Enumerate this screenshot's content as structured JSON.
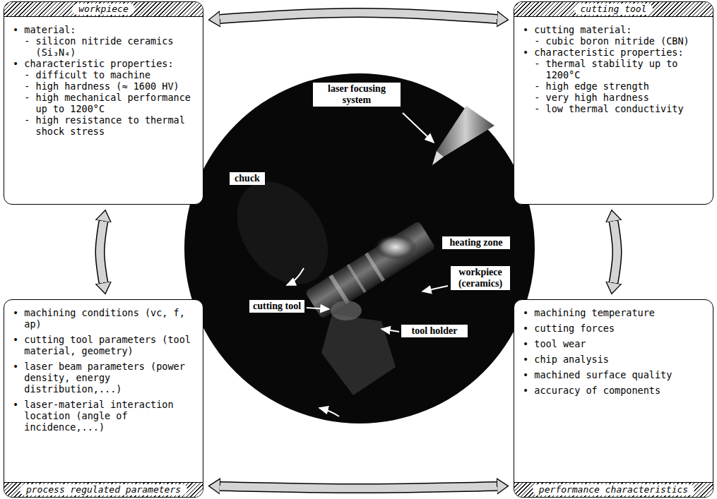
{
  "diagram": {
    "nodes": [
      {
        "text": [
          "workpiece",
          "• material:",
          "- silicon nitride ceramics (Si₃N₄)",
          "• characteristic properties:",
          "- difficult to machine",
          "- high hardness (≈ 1600 HV)",
          "- high mechanical performance up to 1200°C",
          "- high resistance to thermal shock stress"
        ]
      },
      {
        "text": [
          "cutting tool",
          "• cutting material:",
          "- cubic boron nitride (CBN)",
          "• characteristic properties:",
          "- thermal stability up to 1200°C",
          "- high edge strength",
          "- very high hardness",
          "- low thermal conductivity"
        ]
      },
      {
        "text": [
          "process regulated parameters",
          "• machining conditions (vc, f, ap)",
          "• cutting tool parameters (tool material, geometry)",
          "• laser beam parameters (power density, energy distribution,...)",
          "• laser-material interaction location (angle of incidence,...)"
        ]
      },
      {
        "text": [
          "performance characteristics",
          "• machining temperature",
          "• cutting forces",
          "• tool wear",
          "• chip analysis",
          "• machined surface quality",
          "• accuracy of components"
        ]
      }
    ],
    "edges": [
      {
        "from": 0,
        "to": 1,
        "arrow": "both"
      },
      {
        "from": 0,
        "to": 2,
        "arrow": "both"
      },
      {
        "from": 1,
        "to": 3,
        "arrow": "both"
      },
      {
        "from": 2,
        "to": 3,
        "arrow": "both"
      }
    ],
    "labels": [
      "laser focusing system",
      "chuck",
      "heating zone",
      "workpiece (ceramics)",
      "cutting tool",
      "tool holder"
    ]
  }
}
